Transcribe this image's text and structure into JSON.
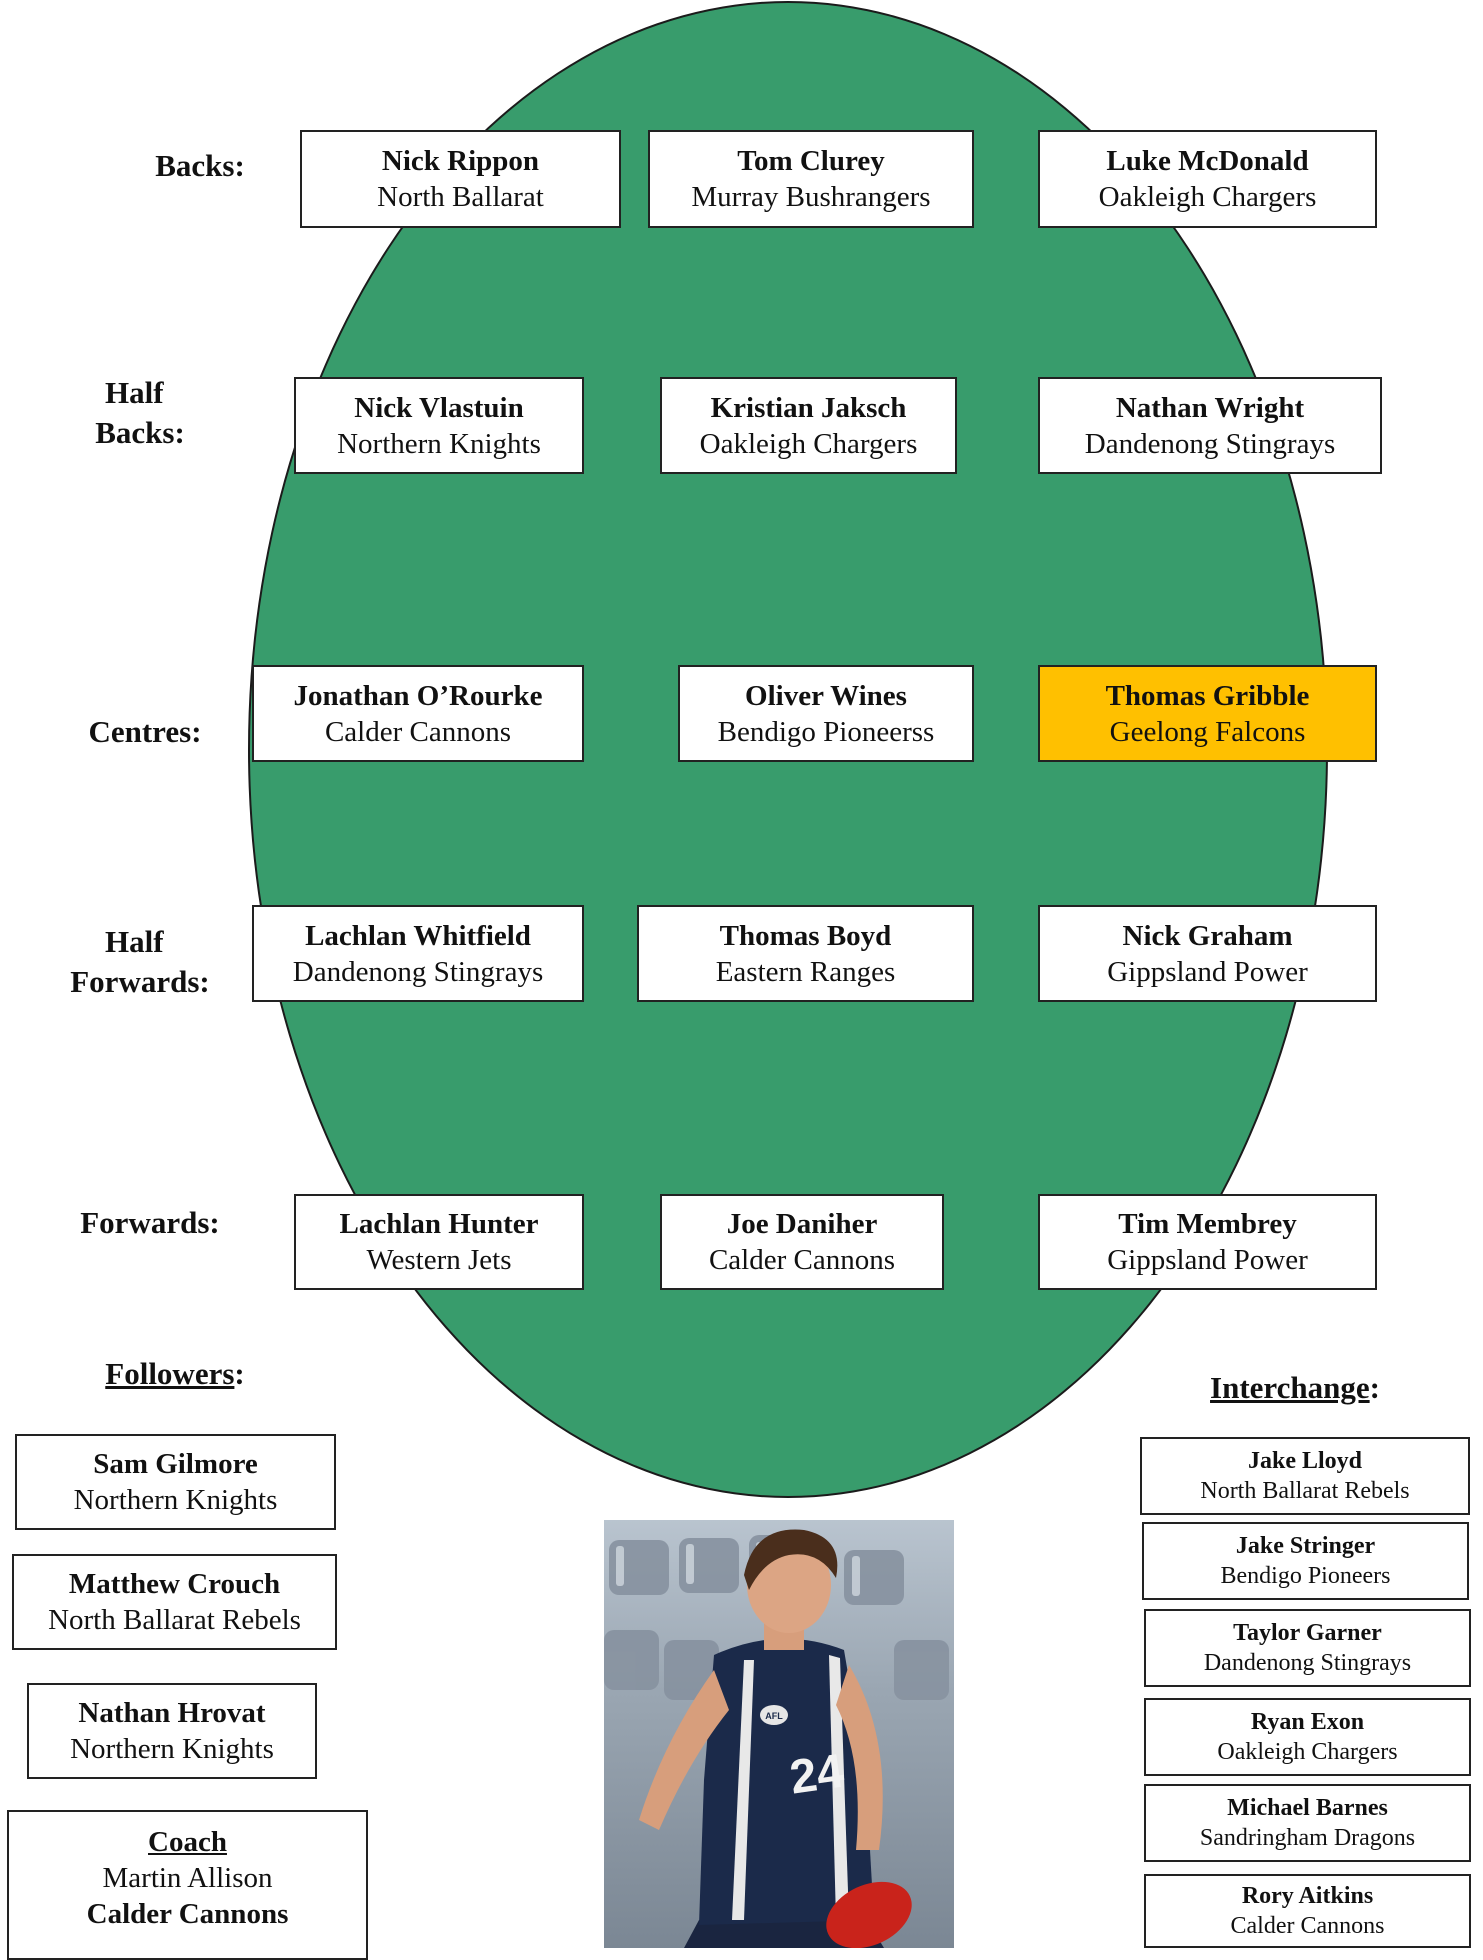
{
  "rows": {
    "backs": "Backs:",
    "half_backs_1": "Half",
    "half_backs_2": "Backs:",
    "centres": "Centres:",
    "half_forwards_1": "Half",
    "half_forwards_2": "Forwards:",
    "forwards": "Forwards:"
  },
  "field": {
    "backs": [
      {
        "name": "Nick Rippon",
        "club": "North Ballarat"
      },
      {
        "name": "Tom Clurey",
        "club": "Murray Bushrangers"
      },
      {
        "name": "Luke McDonald",
        "club": "Oakleigh Chargers"
      }
    ],
    "half_backs": [
      {
        "name": "Nick Vlastuin",
        "club": "Northern Knights"
      },
      {
        "name": "Kristian Jaksch",
        "club": "Oakleigh Chargers"
      },
      {
        "name": "Nathan Wright",
        "club": "Dandenong Stingrays"
      }
    ],
    "centres": [
      {
        "name": "Jonathan O’Rourke",
        "club": "Calder Cannons"
      },
      {
        "name": "Oliver Wines",
        "club": "Bendigo Pioneerss"
      },
      {
        "name": "Thomas Gribble",
        "club": "Geelong Falcons"
      }
    ],
    "half_forwards": [
      {
        "name": "Lachlan Whitfield",
        "club": "Dandenong Stingrays"
      },
      {
        "name": "Thomas Boyd",
        "club": "Eastern Ranges"
      },
      {
        "name": "Nick Graham",
        "club": "Gippsland Power"
      }
    ],
    "forwards": [
      {
        "name": "Lachlan Hunter",
        "club": "Western Jets"
      },
      {
        "name": "Joe Daniher",
        "club": "Calder Cannons"
      },
      {
        "name": "Tim Membrey",
        "club": "Gippsland Power"
      }
    ]
  },
  "followers": {
    "title": "Followers",
    "colon": ":",
    "players": [
      {
        "name": "Sam Gilmore",
        "club": "Northern Knights"
      },
      {
        "name": "Matthew Crouch",
        "club": "North Ballarat Rebels"
      },
      {
        "name": "Nathan Hrovat",
        "club": "Northern Knights"
      }
    ]
  },
  "coach": {
    "title": "Coach",
    "name": "Martin Allison",
    "club": "Calder Cannons"
  },
  "interchange": {
    "title": "Interchange",
    "colon": ":",
    "players": [
      {
        "name": "Jake Lloyd",
        "club": "North Ballarat Rebels"
      },
      {
        "name": "Jake Stringer",
        "club": "Bendigo Pioneers"
      },
      {
        "name": "Taylor Garner",
        "club": "Dandenong Stingrays"
      },
      {
        "name": "Ryan Exon",
        "club": "Oakleigh Chargers"
      },
      {
        "name": "Michael Barnes",
        "club": "Sandringham Dragons"
      },
      {
        "name": "Rory Aitkins",
        "club": "Calder Cannons"
      }
    ]
  },
  "photo": {
    "guernsey_number": "24",
    "logo_text": "AFL"
  },
  "colors": {
    "field": "#389c6c",
    "highlight": "#ffc000"
  }
}
